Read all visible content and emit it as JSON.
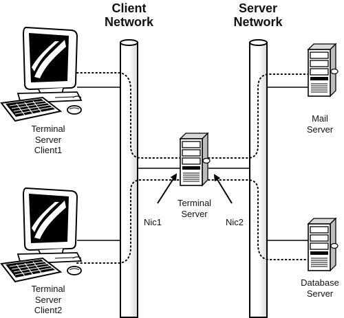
{
  "networks": {
    "client": {
      "title": "Client\nNetwork"
    },
    "server": {
      "title": "Server\nNetwork"
    }
  },
  "nodes": {
    "client1": {
      "label": "Terminal\nServer\nClient1",
      "icon": "desktop-computer-icon"
    },
    "client2": {
      "label": "Terminal\nServer\nClient2",
      "icon": "desktop-computer-icon"
    },
    "terminal_server": {
      "label": "Terminal\nServer",
      "icon": "tower-server-icon"
    },
    "mail_server": {
      "label": "Mail\nServer",
      "icon": "tower-server-icon"
    },
    "database_server": {
      "label": "Database\nServer",
      "icon": "tower-server-icon"
    }
  },
  "nics": {
    "nic1": {
      "label": "Nic1"
    },
    "nic2": {
      "label": "Nic2"
    }
  }
}
